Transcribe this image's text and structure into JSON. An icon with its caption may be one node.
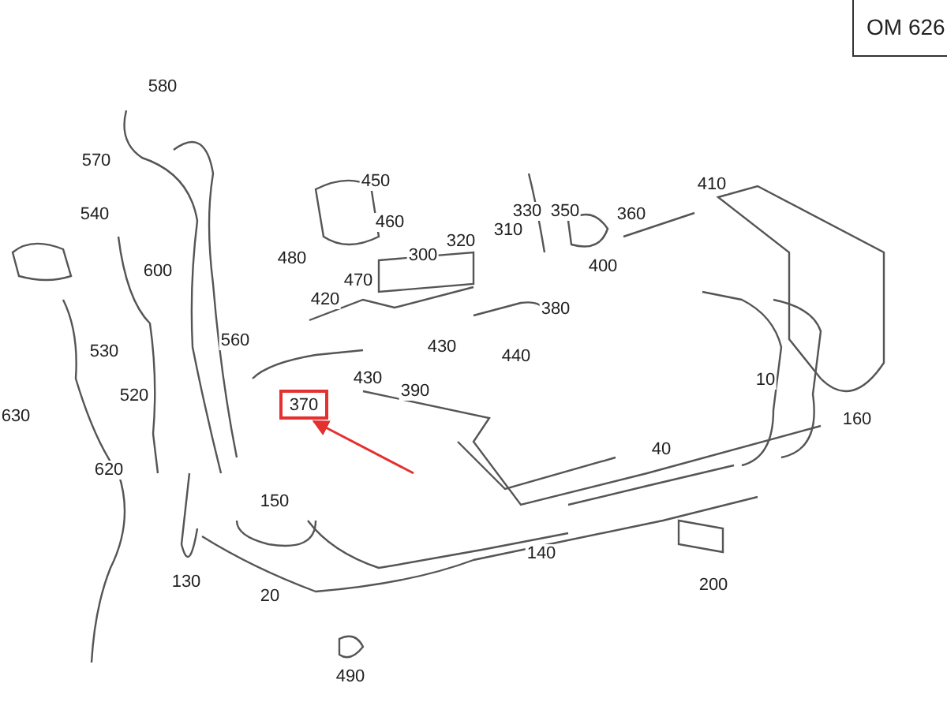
{
  "diagram": {
    "nodes": [
      {
        "text": [
          "OM 626"
        ]
      },
      {
        "text": [
          "370"
        ]
      }
    ],
    "edges": [
      {
        "from": null,
        "to": 1,
        "arrow": "to"
      }
    ],
    "labels": [
      "580",
      "570",
      "450",
      "410",
      "540",
      "460",
      "330",
      "350",
      "360",
      "480",
      "600",
      "320",
      "310",
      "300",
      "400",
      "470",
      "420",
      "380",
      "560",
      "530",
      "430",
      "440",
      "430",
      "390",
      "10",
      "630",
      "520",
      "160",
      "620",
      "40",
      "150",
      "140",
      "130",
      "20",
      "200",
      "490"
    ]
  }
}
